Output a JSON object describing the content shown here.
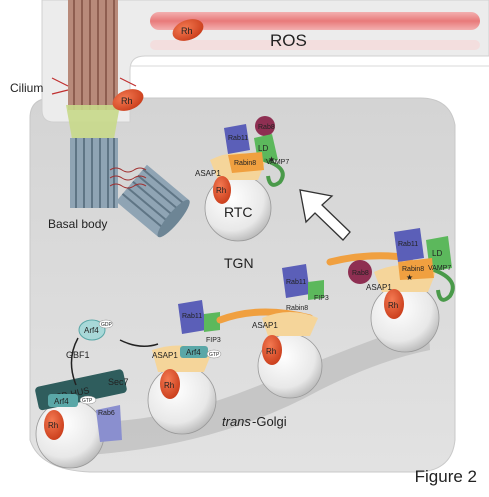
{
  "labels": {
    "ros": "ROS",
    "cilium": "Cilium",
    "basal_body": "Basal body",
    "rtc": "RTC",
    "tgn": "TGN",
    "trans_prefix": "trans",
    "trans_suffix": "-Golgi",
    "gbf1": "GBF1",
    "dcb_hus": "DCB-HUS",
    "sec7": "Sec7",
    "figure": "Figure 2"
  },
  "proteins": {
    "rh": "Rh",
    "rab11": "Rab11",
    "rab8": "Rab8",
    "rabin8": "Rabin8",
    "asap1": "ASAP1",
    "ld": "LD",
    "vamp7": "VAMP7",
    "fip3": "FIP3",
    "arf4": "Arf4",
    "gdp": "GDP",
    "gtp": "GTP",
    "rab6": "Rab6"
  },
  "colors": {
    "background_panel": "#d9d9d9",
    "membrane": "#f2f2f2",
    "rh_orange": "#e8502a",
    "rab11_blue": "#5b5fb8",
    "rab8_maroon": "#8e2f52",
    "rabin8_orange": "#f0a040",
    "asap1_tan": "#f5d59a",
    "ld_green": "#5cb85c",
    "arf4_teal": "#5aa7a7",
    "dcb_dark": "#2f5d5d",
    "ros_red": "#e06060"
  }
}
